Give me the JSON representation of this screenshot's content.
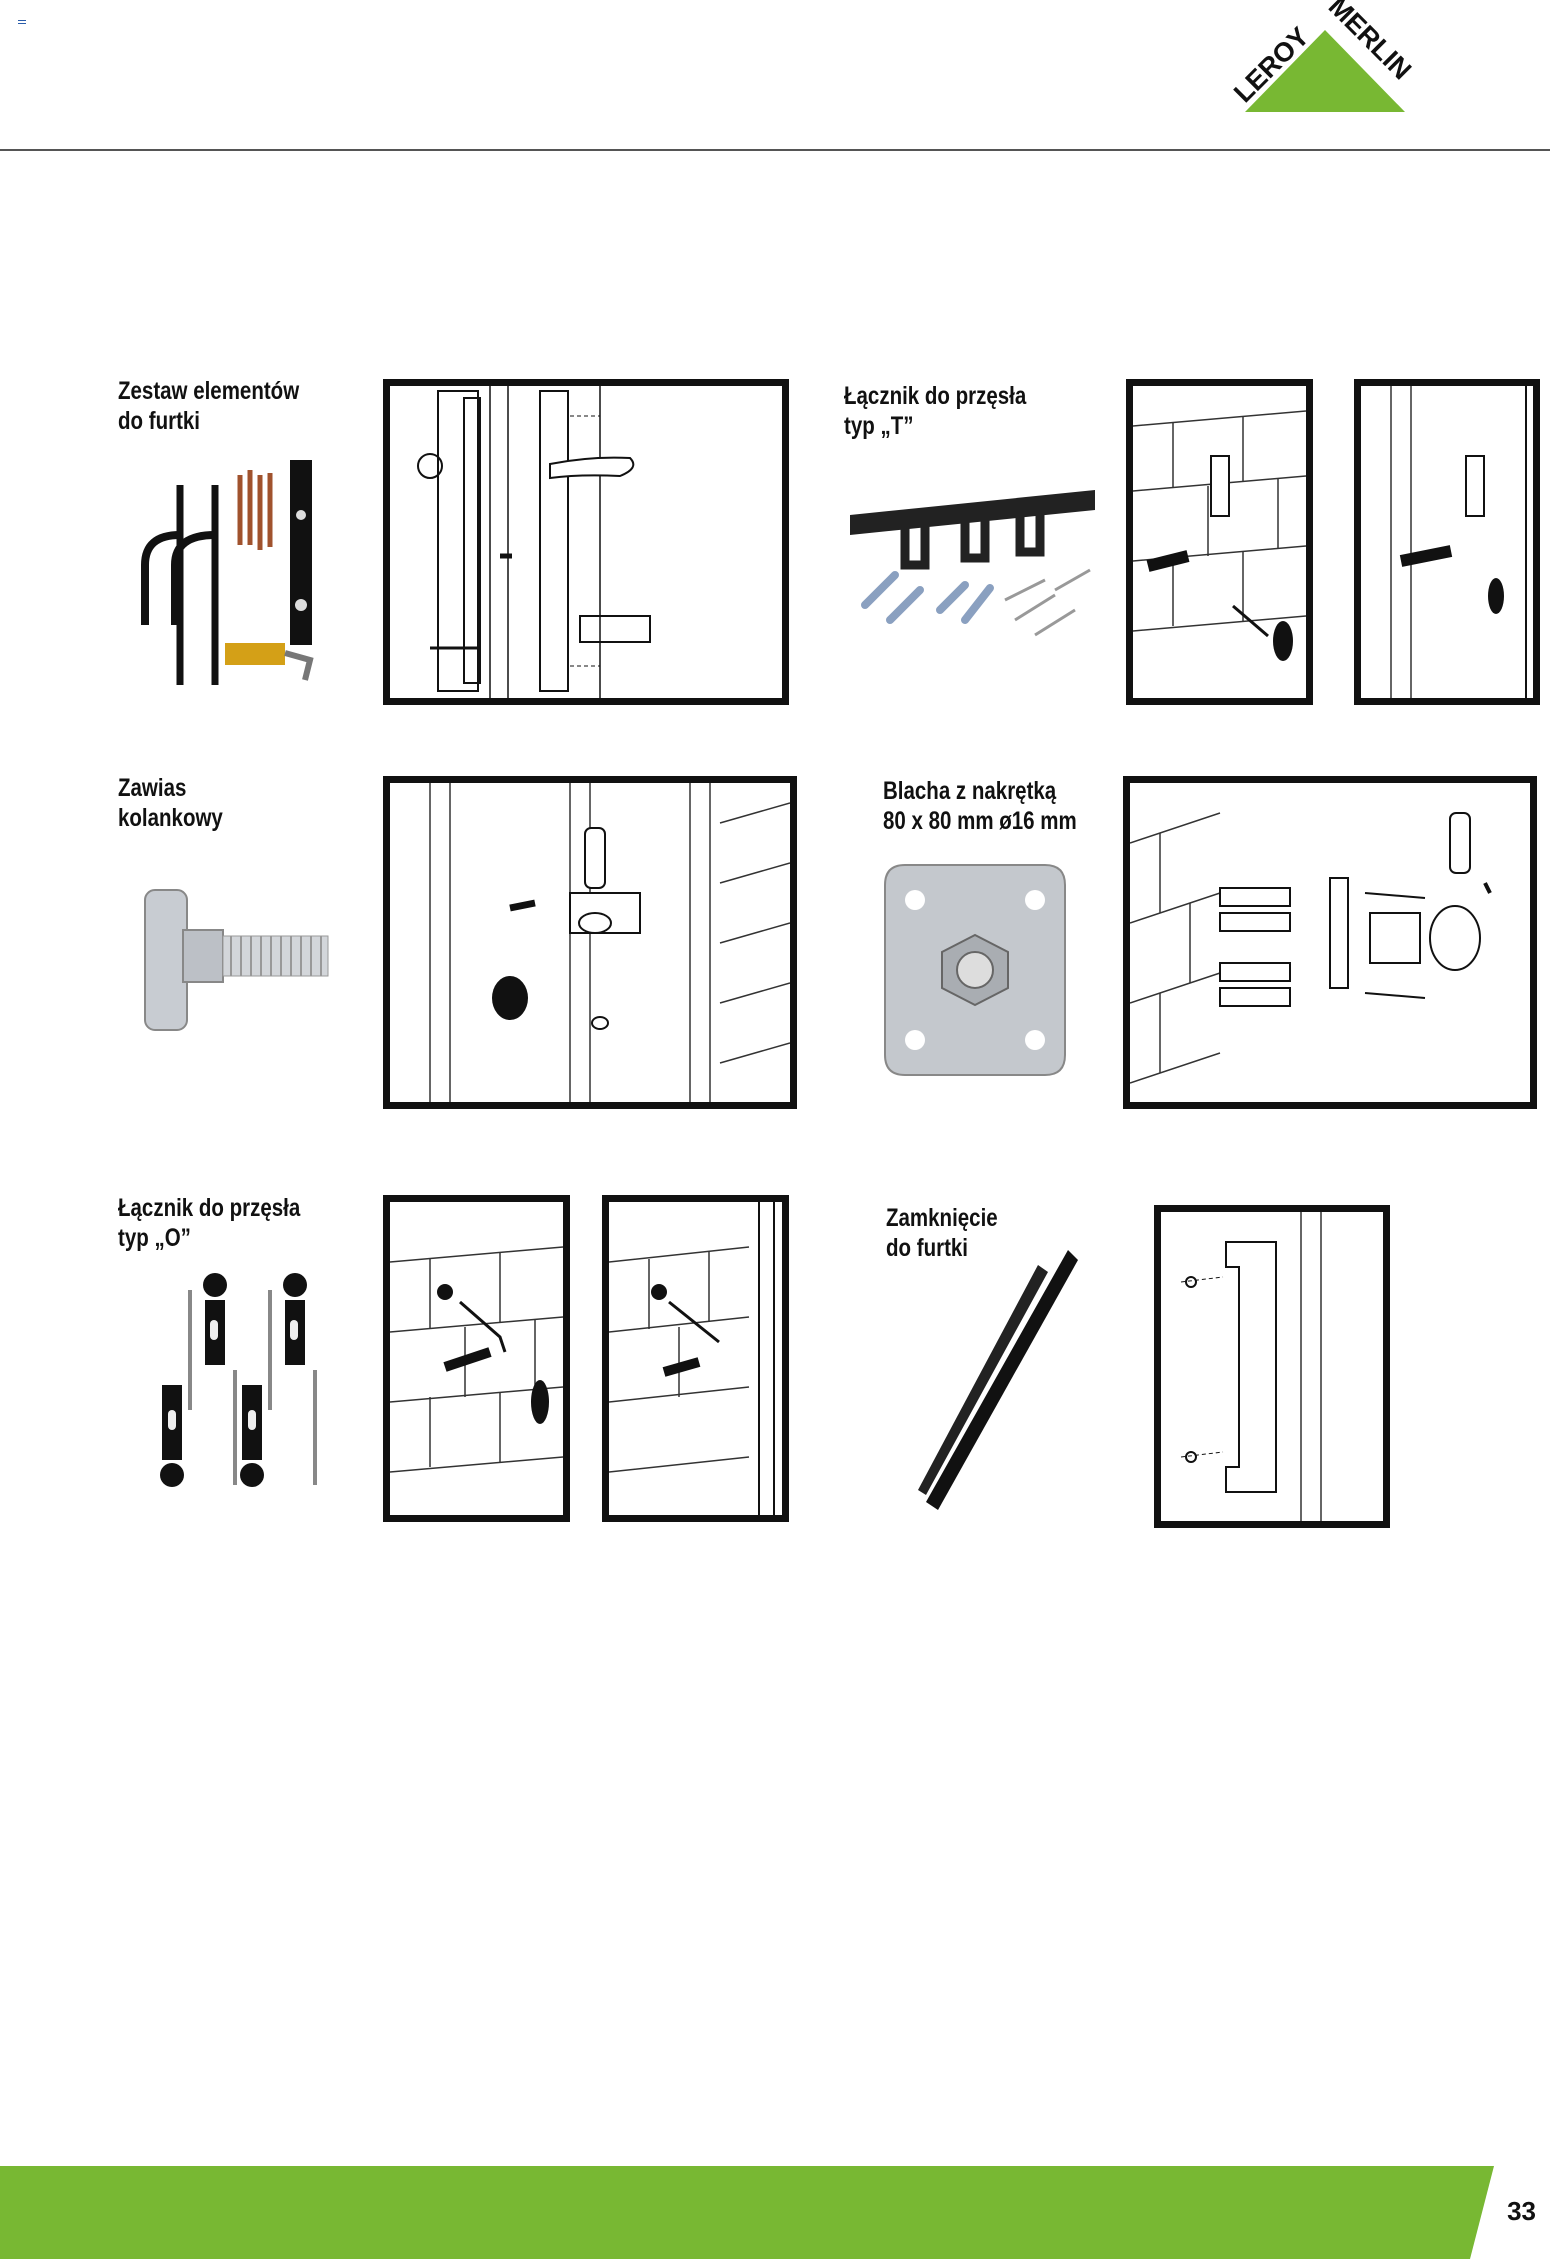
{
  "brand": {
    "name": "LEROY MERLIN",
    "word1": "LEROY",
    "word2": "MERLIN",
    "green": "#78B833"
  },
  "page_number": "33",
  "sections": [
    {
      "title_lines": [
        "Zestaw elementów",
        "do furtki"
      ]
    },
    {
      "title_lines": [
        "Łącznik do przęsła",
        "typ „T”"
      ]
    },
    {
      "title_lines": [
        "Zawias",
        "kolankowy"
      ]
    },
    {
      "title_lines": [
        "Blacha z nakrętką",
        "80 x 80 mm ø16 mm"
      ]
    },
    {
      "title_lines": [
        "Łącznik do przęsła",
        "typ „O”"
      ]
    },
    {
      "title_lines": [
        "Zamknięcie",
        "do furtki"
      ]
    }
  ]
}
